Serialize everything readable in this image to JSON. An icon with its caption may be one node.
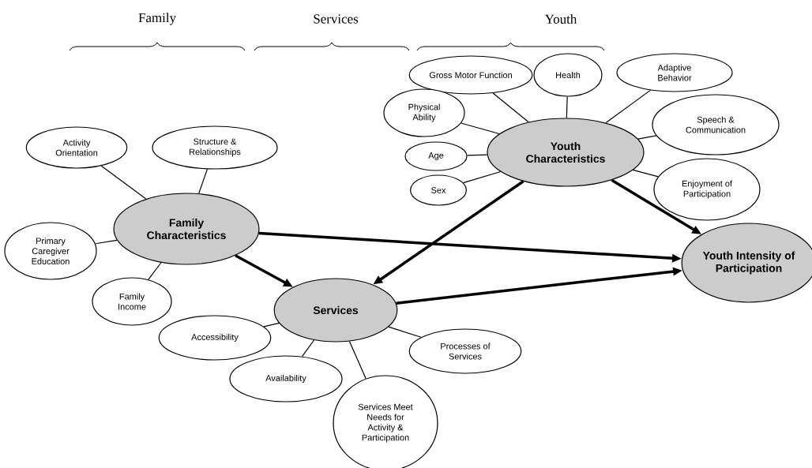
{
  "diagram": {
    "nodes": [
      {
        "text": [
          "Family Characteristics"
        ]
      },
      {
        "text": [
          "Activity Orientation"
        ]
      },
      {
        "text": [
          "Structure & Relationships"
        ]
      },
      {
        "text": [
          "Primary Caregiver Education"
        ]
      },
      {
        "text": [
          "Family Income"
        ]
      },
      {
        "text": [
          "Youth Characteristics"
        ]
      },
      {
        "text": [
          "Gross Motor Function"
        ]
      },
      {
        "text": [
          "Health"
        ]
      },
      {
        "text": [
          "Adaptive Behavior"
        ]
      },
      {
        "text": [
          "Physical Ability"
        ]
      },
      {
        "text": [
          "Age"
        ]
      },
      {
        "text": [
          "Sex"
        ]
      },
      {
        "text": [
          "Speech & Communication"
        ]
      },
      {
        "text": [
          "Enjoyment of Participation"
        ]
      },
      {
        "text": [
          "Services"
        ]
      },
      {
        "text": [
          "Accessibility"
        ]
      },
      {
        "text": [
          "Availability"
        ]
      },
      {
        "text": [
          "Services Meet Needs for Activity & Participation"
        ]
      },
      {
        "text": [
          "Processes of Services"
        ]
      },
      {
        "text": [
          "Youth Intensity of Participation"
        ]
      }
    ],
    "edges": [
      {
        "from": 1,
        "to": 0,
        "arrow": "none"
      },
      {
        "from": 2,
        "to": 0,
        "arrow": "none"
      },
      {
        "from": 3,
        "to": 0,
        "arrow": "none"
      },
      {
        "from": 4,
        "to": 0,
        "arrow": "none"
      },
      {
        "from": 6,
        "to": 5,
        "arrow": "none"
      },
      {
        "from": 7,
        "to": 5,
        "arrow": "none"
      },
      {
        "from": 8,
        "to": 5,
        "arrow": "none"
      },
      {
        "from": 9,
        "to": 5,
        "arrow": "none"
      },
      {
        "from": 10,
        "to": 5,
        "arrow": "none"
      },
      {
        "from": 11,
        "to": 5,
        "arrow": "none"
      },
      {
        "from": 12,
        "to": 5,
        "arrow": "none"
      },
      {
        "from": 13,
        "to": 5,
        "arrow": "none"
      },
      {
        "from": 15,
        "to": 14,
        "arrow": "none"
      },
      {
        "from": 16,
        "to": 14,
        "arrow": "none"
      },
      {
        "from": 17,
        "to": 14,
        "arrow": "none"
      },
      {
        "from": 18,
        "to": 14,
        "arrow": "none"
      },
      {
        "from": 0,
        "to": 14,
        "arrow": "to",
        "style": "thick"
      },
      {
        "from": 0,
        "to": 19,
        "arrow": "to",
        "style": "thick"
      },
      {
        "from": 5,
        "to": 14,
        "arrow": "to",
        "style": "thick"
      },
      {
        "from": 5,
        "to": 19,
        "arrow": "to",
        "style": "thick"
      },
      {
        "from": 14,
        "to": 19,
        "arrow": "to",
        "style": "thick"
      }
    ],
    "labels": [
      "Family",
      "Services",
      "Youth"
    ]
  }
}
